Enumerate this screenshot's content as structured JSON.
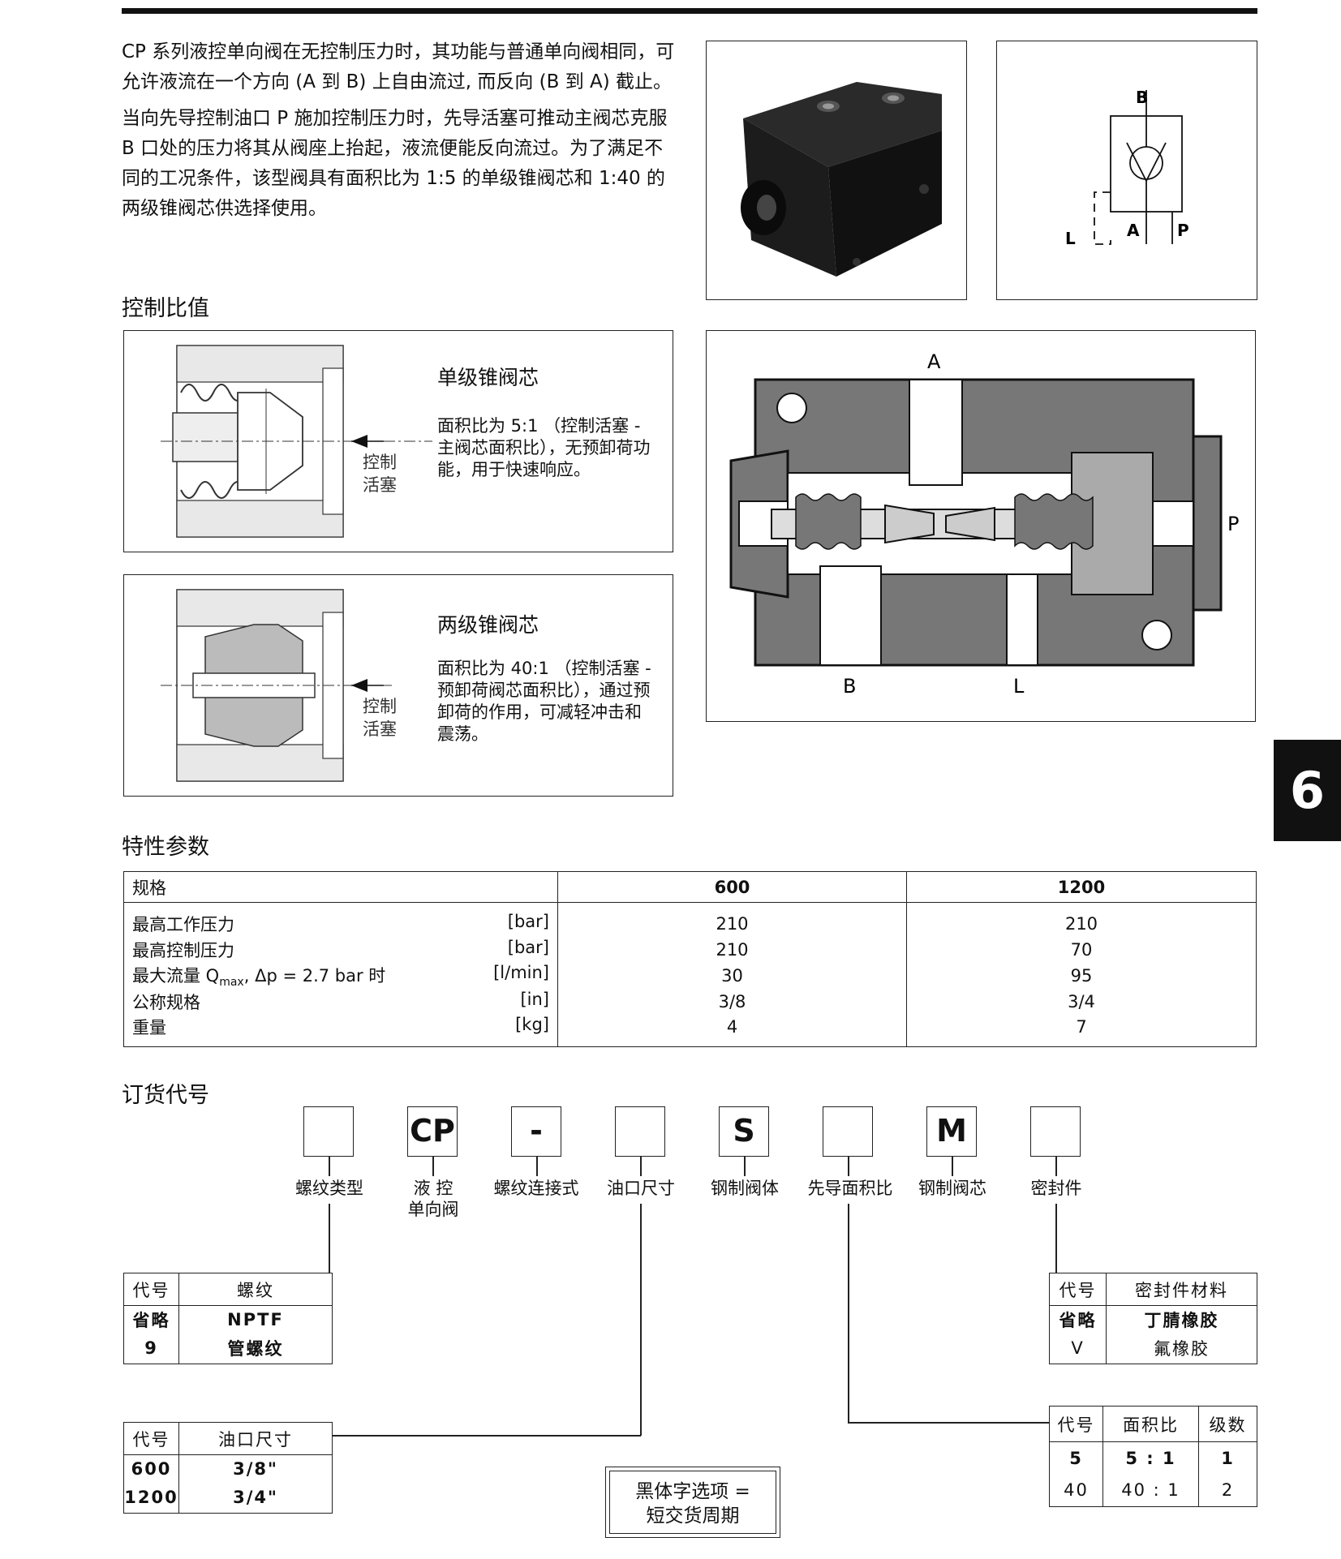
{
  "intro": {
    "p1": "CP 系列液控单向阀在无控制压力时，其功能与普通单向阀相同，可允许液流在一个方向 (A 到 B) 上自由流过, 而反向 (B 到 A) 截止。",
    "p2": "当向先导控制油口 P 施加控制压力时，先导活塞可推动主阀芯克服 B 口处的压力将其从阀座上抬起，液流便能反向流过。为了满足不同的工况条件，该型阀具有面积比为 1:5 的单级锥阀芯和 1:40 的两级锥阀芯供选择使用。"
  },
  "symbol": {
    "B": "B",
    "A": "A",
    "P": "P",
    "L": "L"
  },
  "control_ratio": {
    "heading": "控制比值",
    "single": {
      "title": "单级锥阀芯",
      "desc": "面积比为 5:1 （控制活塞 - 主阀芯面积比），无预卸荷功能，用于快速响应。",
      "ctrl1": "控制",
      "ctrl2": "活塞"
    },
    "double": {
      "title": "两级锥阀芯",
      "desc": "面积比为 40:1 （控制活塞 - 预卸荷阀芯面积比），通过预卸荷的作用，可减轻冲击和震荡。",
      "ctrl1": "控制",
      "ctrl2": "活塞"
    }
  },
  "section": {
    "A": "A",
    "B": "B",
    "L": "L",
    "P": "P"
  },
  "side_tab": "6",
  "specs": {
    "heading": "特性参数",
    "header": {
      "label": "规格",
      "c1": "600",
      "c2": "1200"
    },
    "rows": [
      {
        "name": "最高工作压力",
        "unit": "[bar]",
        "v1": "210",
        "v2": "210"
      },
      {
        "name": "最高控制压力",
        "unit": "[bar]",
        "v1": "210",
        "v2": "70"
      },
      {
        "name_a": "最大流量 Q",
        "name_sub": "max",
        "name_b": ",   Δp = 2.7 bar 时",
        "unit": "[l/min]",
        "v1": "30",
        "v2": "95"
      },
      {
        "name": "公称规格",
        "unit": "[in]",
        "v1": "3/8",
        "v2": "3/4"
      },
      {
        "name": "重量",
        "unit": "[kg]",
        "v1": "4",
        "v2": "7"
      }
    ]
  },
  "ordering": {
    "heading": "订货代号",
    "boxes": [
      {
        "code": "",
        "label": "螺纹类型",
        "label2": ""
      },
      {
        "code": "CP",
        "label": "液 控",
        "label2": "单向阀"
      },
      {
        "code": "-",
        "label": "螺纹连接式",
        "label2": ""
      },
      {
        "code": "",
        "label": "油口尺寸",
        "label2": ""
      },
      {
        "code": "S",
        "label": "钢制阀体",
        "label2": ""
      },
      {
        "code": "",
        "label": "先导面积比",
        "label2": ""
      },
      {
        "code": "M",
        "label": "钢制阀芯",
        "label2": ""
      },
      {
        "code": "",
        "label": "密封件",
        "label2": ""
      }
    ],
    "thread": {
      "h1": "代号",
      "h2": "螺纹",
      "r1a": "省略",
      "r1b": "NPTF",
      "r2a": "9",
      "r2b": "管螺纹"
    },
    "port": {
      "h1": "代号",
      "h2": "油口尺寸",
      "r1a": "600",
      "r1b": "3/8\"",
      "r2a": "1200",
      "r2b": "3/4\""
    },
    "seal": {
      "h1": "代号",
      "h2": "密封件材料",
      "r1a": "省略",
      "r1b": "丁腈橡胶",
      "r2a": "V",
      "r2b": "氟橡胶"
    },
    "ratio": {
      "h1": "代号",
      "h2": "面积比",
      "h3": "级数",
      "r1a": "5",
      "r1b": "5 : 1",
      "r1c": "1",
      "r2a": "40",
      "r2b": "40 : 1",
      "r2c": "2"
    },
    "note1": "黑体字选项 =",
    "note2": "短交货周期"
  }
}
